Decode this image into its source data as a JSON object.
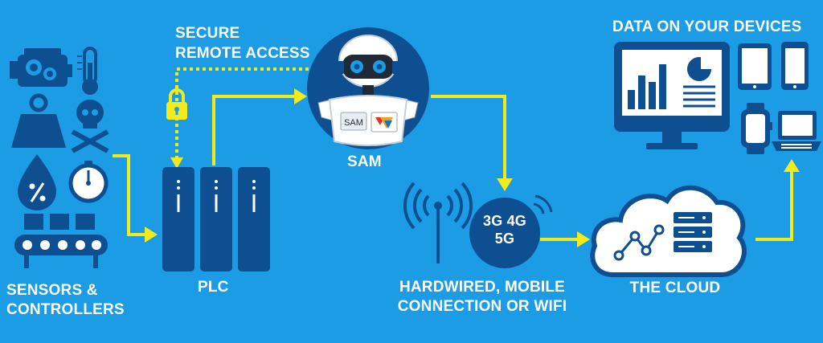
{
  "labels": {
    "sensors_line1": "SENSORS &",
    "sensors_line2": "CONTROLLERS",
    "plc": "PLC",
    "secure_line1": "SECURE",
    "secure_line2": "REMOTE ACCESS",
    "sam": "SAM",
    "connection_line1": "HARDWIRED, MOBILE",
    "connection_line2": "CONNECTION OR WIFI",
    "network_line1": "3G 4G",
    "network_line2": "5G",
    "cloud": "THE CLOUD",
    "devices": "DATA ON YOUR DEVICES",
    "robot_badge": "SAM"
  },
  "colors": {
    "background": "#1b9ce4",
    "dark_blue": "#0e4f91",
    "arrow_yellow": "#f2ea1a",
    "white": "#ffffff"
  },
  "icons": [
    "engine-icon",
    "thermometer-icon",
    "weight-icon",
    "skull-crossbones-icon",
    "humidity-drop-icon",
    "gauge-icon",
    "conveyor-belt-icon",
    "plc-module-icon",
    "padlock-icon",
    "robot-icon",
    "antenna-icon",
    "network-circle-icon",
    "cloud-server-icon",
    "monitor-chart-icon",
    "tablet-icon",
    "smartphone-icon",
    "smartwatch-icon",
    "laptop-icon"
  ]
}
